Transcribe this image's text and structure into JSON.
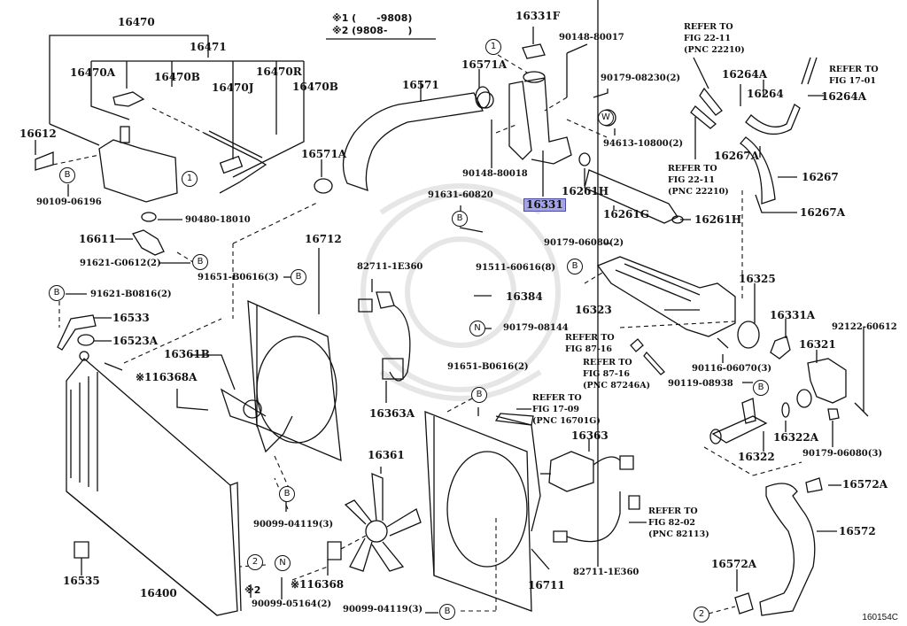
{
  "diagram": {
    "figure_id": "160154C",
    "notes": [
      "※1 (      -9808)",
      "※2 (9808-      )"
    ],
    "highlighted_part": "16331",
    "highlight_color": "#a3a3e6",
    "callouts": {
      "c1": "1",
      "c2": "2",
      "B": "B",
      "N": "N",
      "W": "W"
    },
    "labels": {
      "p16470": "16470",
      "p16471": "16471",
      "p16470A": "16470A",
      "p16470B_1": "16470B",
      "p16470J": "16470J",
      "p16470R": "16470R",
      "p16470B_2": "16470B",
      "p16612": "16612",
      "p90109_06196": "90109-06196",
      "p90480_18010": "90480-18010",
      "p16611": "16611",
      "p91621_G0612": "91621-G0612(2)",
      "p91651_B0616_3": "91651-B0616(3)",
      "p91621_B0816": "91621-B0816(2)",
      "p16533": "16533",
      "p16523A": "16523A",
      "p16361B": "16361B",
      "p16368A": "※116368A",
      "p16400": "16400",
      "p16535": "16535",
      "p2note": "※2",
      "p90099_04119_a": "90099-04119(3)",
      "p90099_05164": "90099-05164(2)",
      "p116368": "※116368",
      "p16361": "16361",
      "p90099_04119_b": "90099-04119(3)",
      "p16712": "16712",
      "p82711_1E360_a": "82711-1E360",
      "p16363A": "16363A",
      "p16571": "16571",
      "p16571A_1": "16571A",
      "p16571A_2": "16571A",
      "p91631_60820": "91631-60820",
      "p16384": "16384",
      "p90179_08144": "90179-08144",
      "p91651_B0616_2": "91651-B0616(2)",
      "p91511_60616": "91511-60616(8)",
      "p16331F": "16331F",
      "p90148_80017": "90148-80017",
      "p90148_80018": "90148-80018",
      "p16331": "16331",
      "p90179_08230": "90179-08230(2)",
      "p94613_10800": "94613-10800(2)",
      "p16261H_1": "16261H",
      "p16261G": "16261G",
      "p16261H_2": "16261H",
      "p90179_06080_2": "90179-06080(2)",
      "p16264A_1": "16264A",
      "p16264": "16264",
      "p16264A_2": "16264A",
      "p16267A_1": "16267A",
      "p16267": "16267",
      "p16267A_2": "16267A",
      "p16323": "16323",
      "p16325": "16325",
      "p16331A": "16331A",
      "p92122_60612": "92122-60612",
      "p16321": "16321",
      "p90116_06070": "90116-06070(3)",
      "p90119_08938": "90119-08938",
      "p16322A": "16322A",
      "p16322": "16322",
      "p90179_06080_3": "90179-06080(3)",
      "p16572A_1": "16572A",
      "p16572": "16572",
      "p16572A_2": "16572A",
      "p16711": "16711",
      "p16363": "16363",
      "p82711_1E360_b": "82711-1E360"
    },
    "references": {
      "r22_11_a": "REFER TO\nFIG 22-11\n(PNC 22210)",
      "r22_11_b": "REFER TO\nFIG 22-11\n(PNC 22210)",
      "r17_01": "REFER TO\nFIG 17-01",
      "r87_16_a": "REFER TO\nFIG 87-16",
      "r87_16_b": "REFER TO\nFIG 87-16\n(PNC 87246A)",
      "r17_09": "REFER TO\nFIG 17-09\n(PNC 16701G)",
      "r82_02": "REFER TO\nFIG 82-02\n(PNC 82113)"
    }
  }
}
